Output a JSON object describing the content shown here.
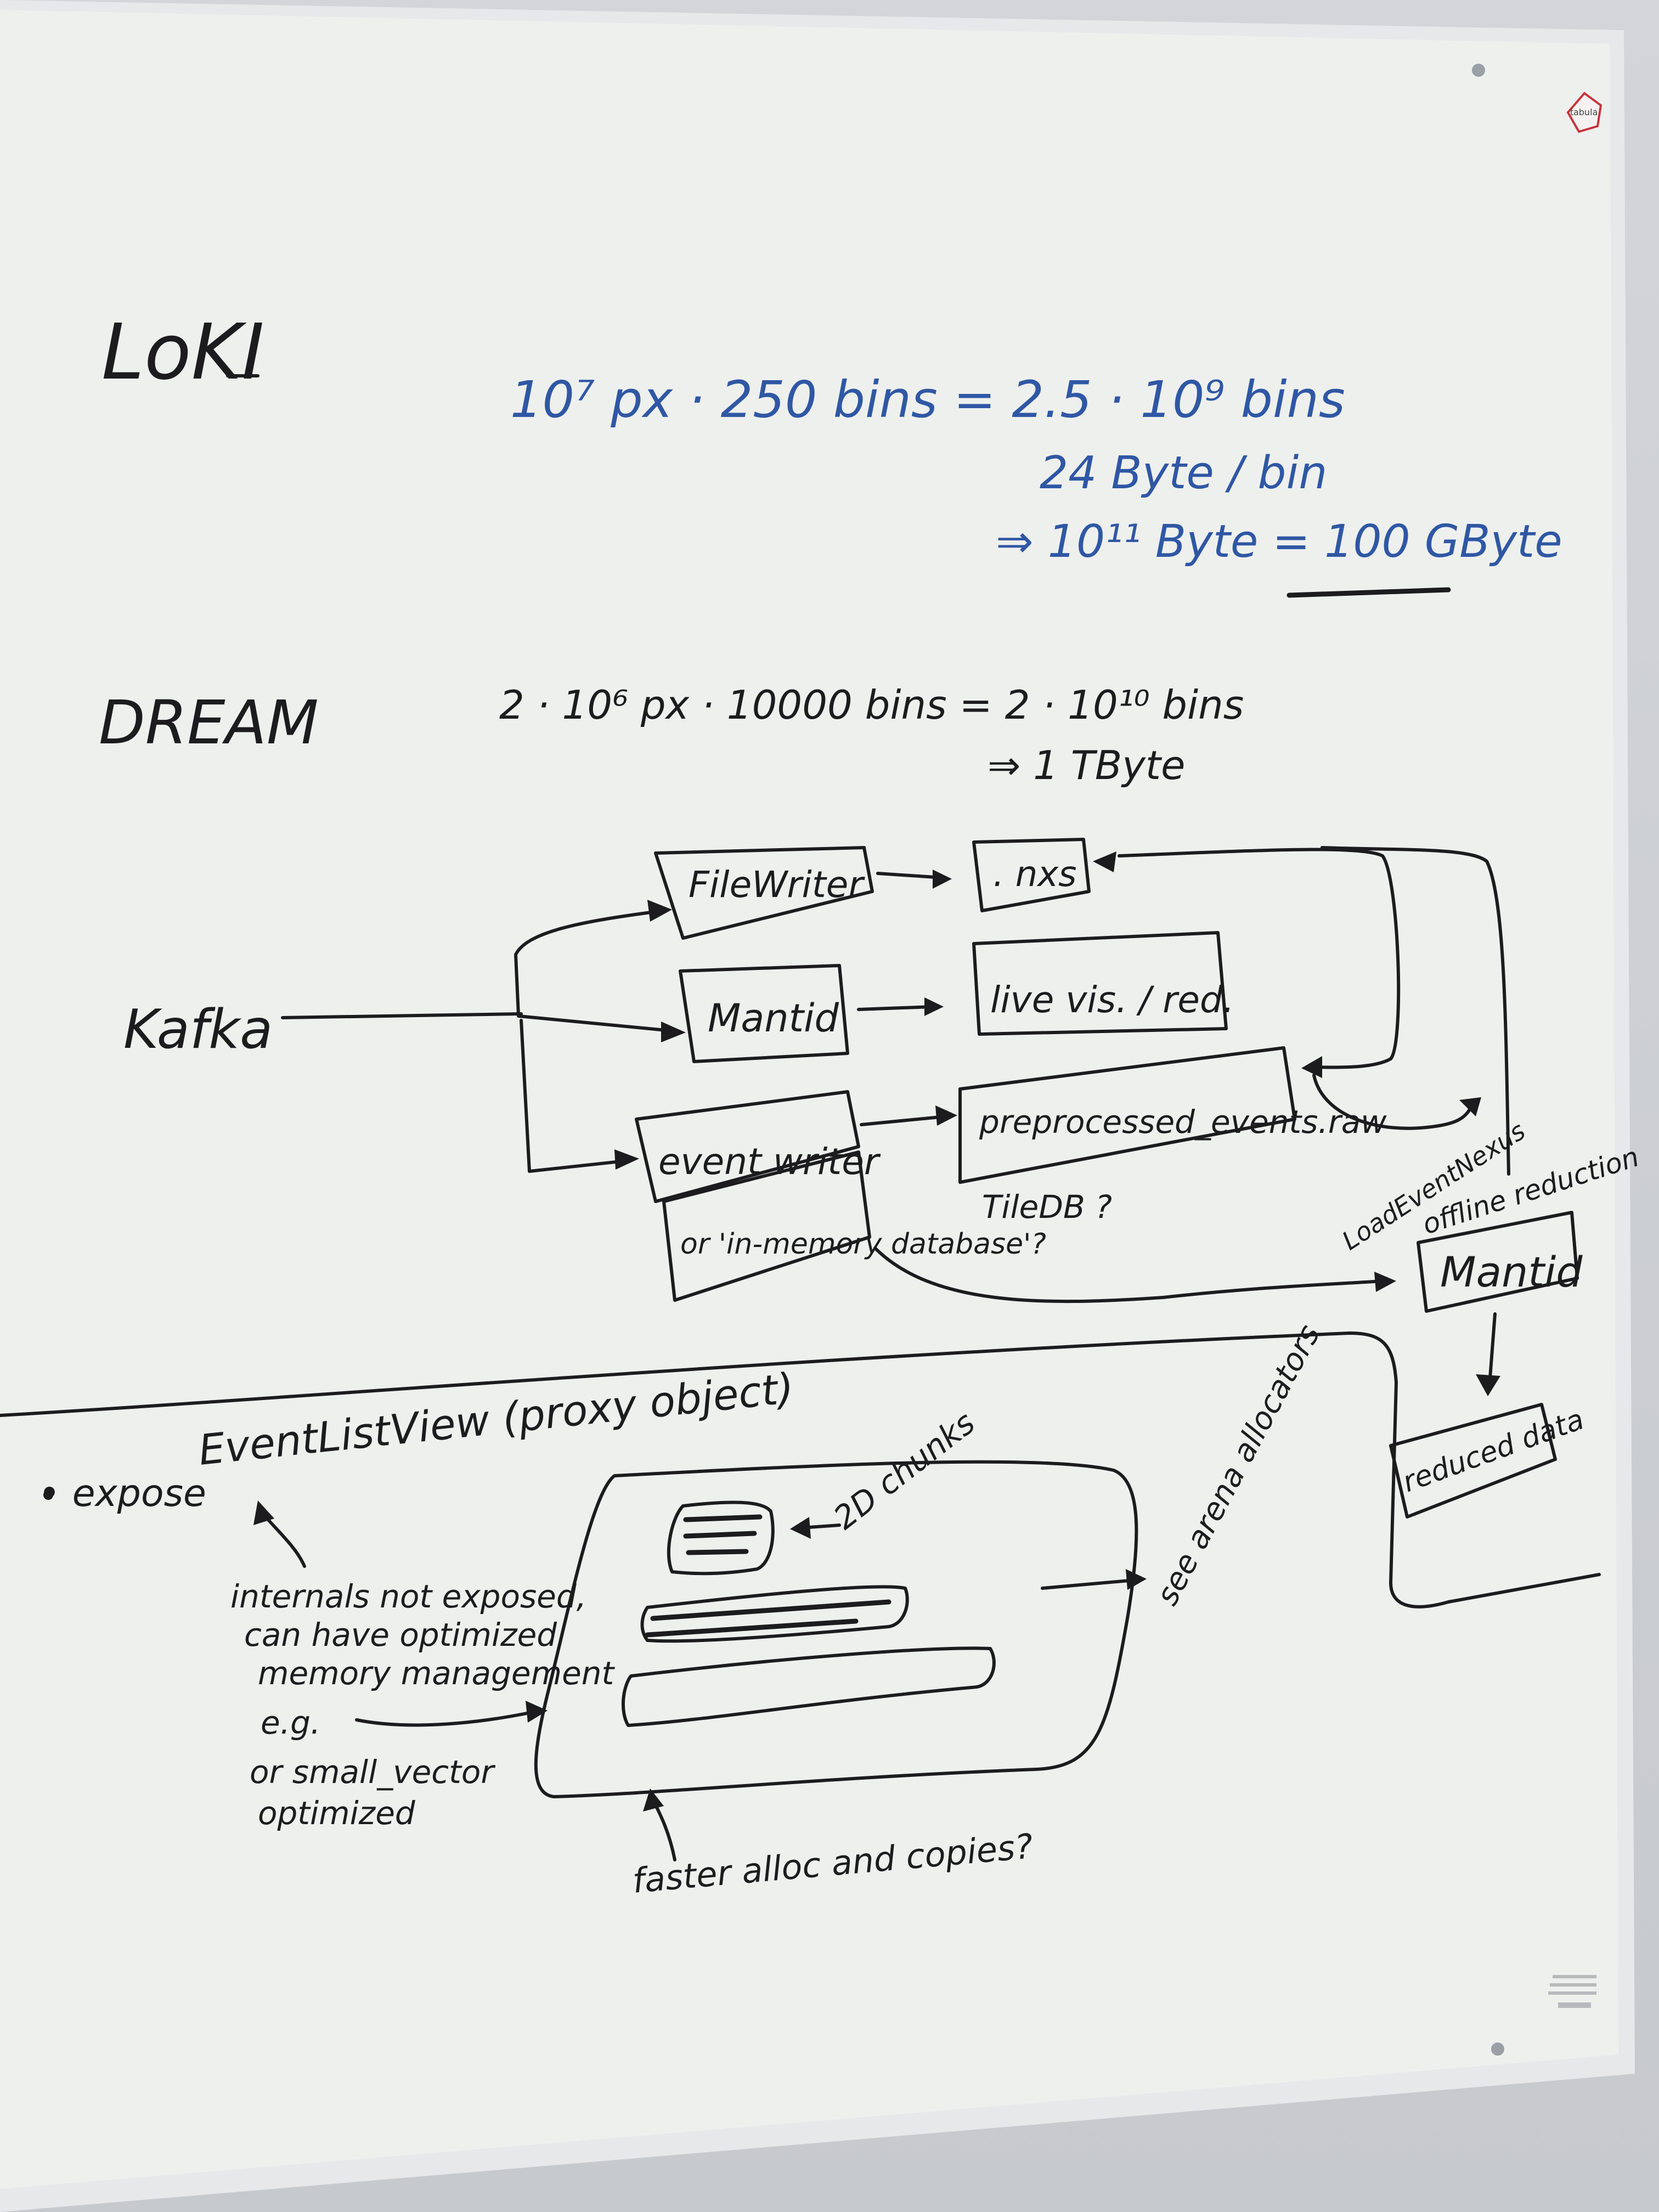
{
  "board": {
    "frame_color": "#e6e8ea",
    "surface_color": "#eef0ee",
    "ink_color": "#1c1c1e",
    "blue_ink_color": "#2f57a4"
  },
  "loki": {
    "title": "LoKI",
    "eq_main": "10⁷ px · 250 bins = 2.5 · 10⁹ bins",
    "eq_bytes_per_bin": "24 Byte / bin",
    "eq_result": "⇒ 10¹¹ Byte = 100 GByte"
  },
  "dream": {
    "title": "DREAM",
    "eq_main": "2 · 10⁶ px · 10000 bins   =   2 · 10¹⁰ bins",
    "eq_result": "⇒ 1 TByte"
  },
  "flow": {
    "source": "Kafka",
    "filewriter": "FileWriter",
    "nxs": ". nxs",
    "mantid": "Mantid",
    "live": "live vis. / red.",
    "event_writer": "event writer",
    "in_memory": "or 'in-memory database'?",
    "preprocessed": "preprocessed_events.raw",
    "tiledb": "TileDB ?",
    "load_event_nexus": "LoadEventNexus",
    "offline_reduction": "offline reduction",
    "mantid_offline": "Mantid",
    "reduced": "reduced data"
  },
  "lower": {
    "bullet": "• expose",
    "eventlistview": "EventListView (proxy object)",
    "chunks": "2D chunks",
    "arena": "see arena allocators",
    "internals_1": "internals not exposed,",
    "internals_2": "can have optimized",
    "internals_3": "memory management",
    "eg": "e.g.",
    "small_vector_1": "or small_vector",
    "small_vector_2": "optimized",
    "faster": "faster alloc and copies?"
  },
  "brand": {
    "logo_text": "tabula"
  }
}
